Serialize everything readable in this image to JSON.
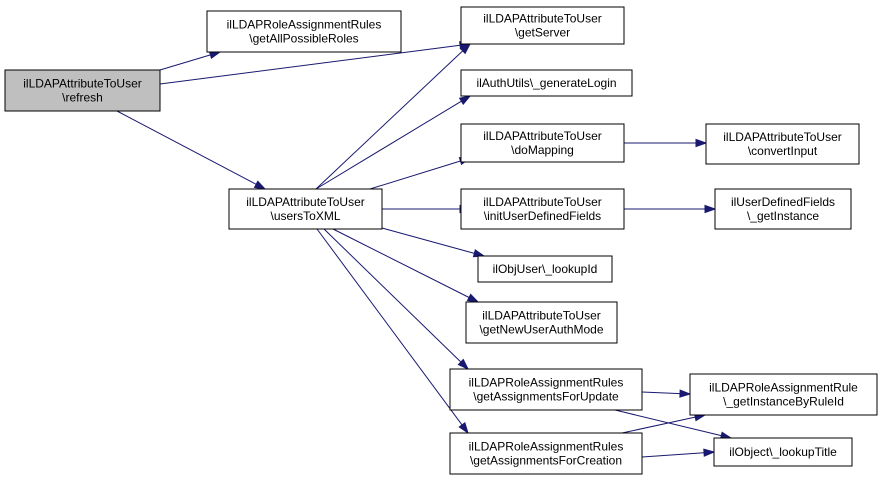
{
  "colors": {
    "edge": "#191970",
    "root_fill": "#bfbfbf",
    "node_fill": "#ffffff",
    "border": "#000000"
  },
  "nodes": [
    {
      "id": "refresh",
      "lines": [
        "ilLDAPAttributeToUser",
        "\\refresh"
      ],
      "root": true
    },
    {
      "id": "getAllPossibleRoles",
      "lines": [
        "ilLDAPRoleAssignmentRules",
        "\\getAllPossibleRoles"
      ]
    },
    {
      "id": "usersToXML",
      "lines": [
        "ilLDAPAttributeToUser",
        "\\usersToXML"
      ]
    },
    {
      "id": "getServer",
      "lines": [
        "ilLDAPAttributeToUser",
        "\\getServer"
      ]
    },
    {
      "id": "generateLogin",
      "lines": [
        "ilAuthUtils\\_generateLogin"
      ]
    },
    {
      "id": "doMapping",
      "lines": [
        "ilLDAPAttributeToUser",
        "\\doMapping"
      ]
    },
    {
      "id": "initUserDefinedFields",
      "lines": [
        "ilLDAPAttributeToUser",
        "\\initUserDefinedFields"
      ]
    },
    {
      "id": "lookupId",
      "lines": [
        "ilObjUser\\_lookupId"
      ]
    },
    {
      "id": "getNewUserAuthMode",
      "lines": [
        "ilLDAPAttributeToUser",
        "\\getNewUserAuthMode"
      ]
    },
    {
      "id": "getAssignmentsForUpdate",
      "lines": [
        "ilLDAPRoleAssignmentRules",
        "\\getAssignmentsForUpdate"
      ]
    },
    {
      "id": "getAssignmentsForCreation",
      "lines": [
        "ilLDAPRoleAssignmentRules",
        "\\getAssignmentsForCreation"
      ]
    },
    {
      "id": "convertInput",
      "lines": [
        "ilLDAPAttributeToUser",
        "\\convertInput"
      ]
    },
    {
      "id": "getInstance",
      "lines": [
        "ilUserDefinedFields",
        "\\_getInstance"
      ]
    },
    {
      "id": "getInstanceByRuleId",
      "lines": [
        "ilLDAPRoleAssignmentRule",
        "\\_getInstanceByRuleId"
      ]
    },
    {
      "id": "lookupTitle",
      "lines": [
        "ilObject\\_lookupTitle"
      ]
    }
  ],
  "edges": [
    [
      "refresh",
      "getAllPossibleRoles"
    ],
    [
      "refresh",
      "getServer"
    ],
    [
      "refresh",
      "usersToXML"
    ],
    [
      "usersToXML",
      "getServer"
    ],
    [
      "usersToXML",
      "generateLogin"
    ],
    [
      "usersToXML",
      "doMapping"
    ],
    [
      "usersToXML",
      "initUserDefinedFields"
    ],
    [
      "usersToXML",
      "lookupId"
    ],
    [
      "usersToXML",
      "getNewUserAuthMode"
    ],
    [
      "usersToXML",
      "getAssignmentsForUpdate"
    ],
    [
      "usersToXML",
      "getAssignmentsForCreation"
    ],
    [
      "doMapping",
      "convertInput"
    ],
    [
      "initUserDefinedFields",
      "getInstance"
    ],
    [
      "getAssignmentsForUpdate",
      "getInstanceByRuleId"
    ],
    [
      "getAssignmentsForUpdate",
      "lookupTitle"
    ],
    [
      "getAssignmentsForCreation",
      "getInstanceByRuleId"
    ],
    [
      "getAssignmentsForCreation",
      "lookupTitle"
    ]
  ]
}
